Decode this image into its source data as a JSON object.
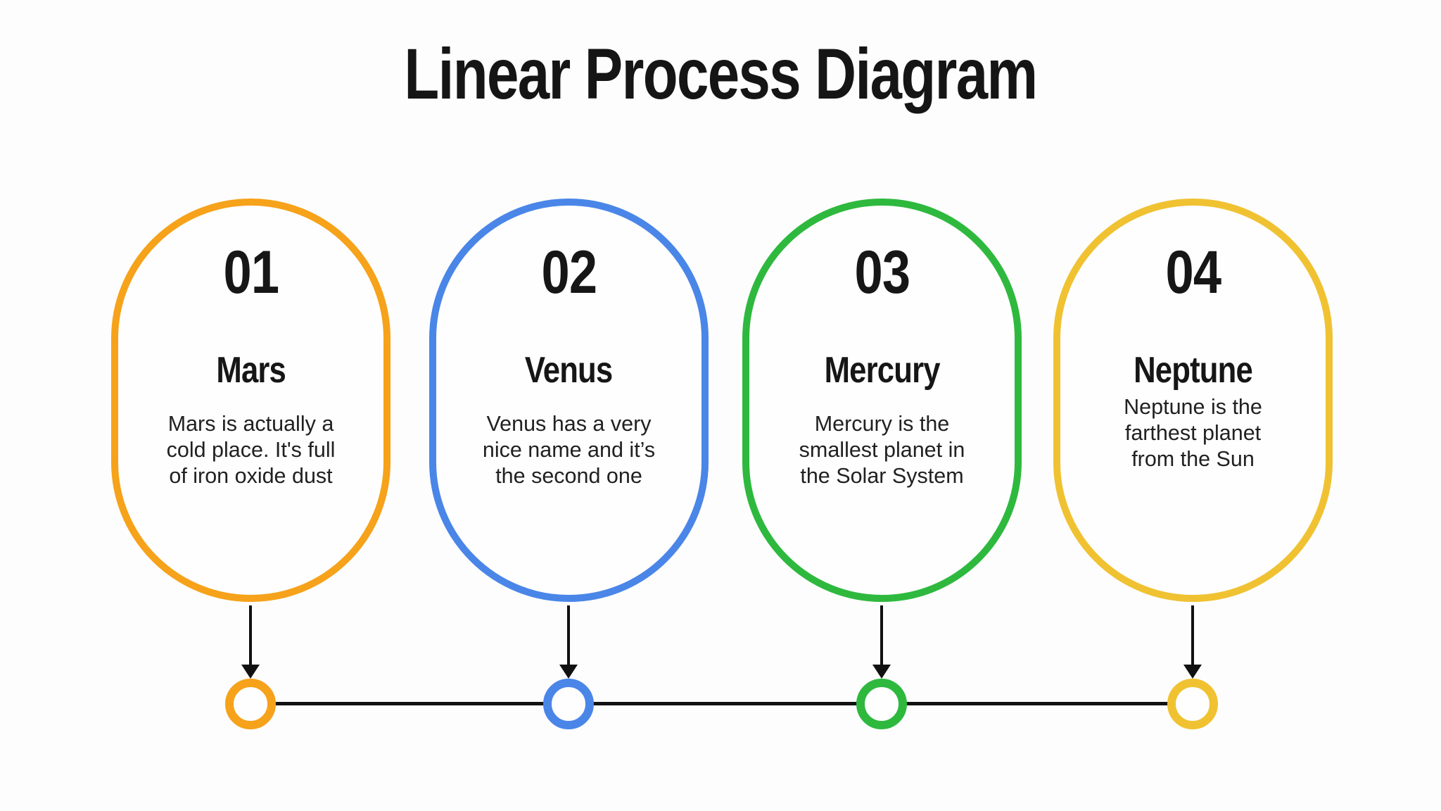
{
  "title": "Linear Process Diagram",
  "colors": {
    "orange": "#F6A21A",
    "blue": "#4A86E8",
    "green": "#2EB93E",
    "yellow": "#F0C232",
    "connector": "#111111",
    "heading_text": "#161616",
    "body_text": "#212121",
    "background": "#FDFDFD"
  },
  "steps": [
    {
      "number": "01",
      "name": "Mars",
      "description": "Mars is actually a\ncold place. It's full\nof iron oxide dust",
      "color": "#F6A21A"
    },
    {
      "number": "02",
      "name": "Venus",
      "description": "Venus has a very\nnice name and it’s\nthe second one",
      "color": "#4A86E8"
    },
    {
      "number": "03",
      "name": "Mercury",
      "description": "Mercury is the\nsmallest planet in\nthe Solar System",
      "color": "#2EB93E"
    },
    {
      "number": "04",
      "name": "Neptune",
      "description": "Neptune is the\nfarthest planet\nfrom the Sun",
      "color": "#F0C232"
    }
  ]
}
